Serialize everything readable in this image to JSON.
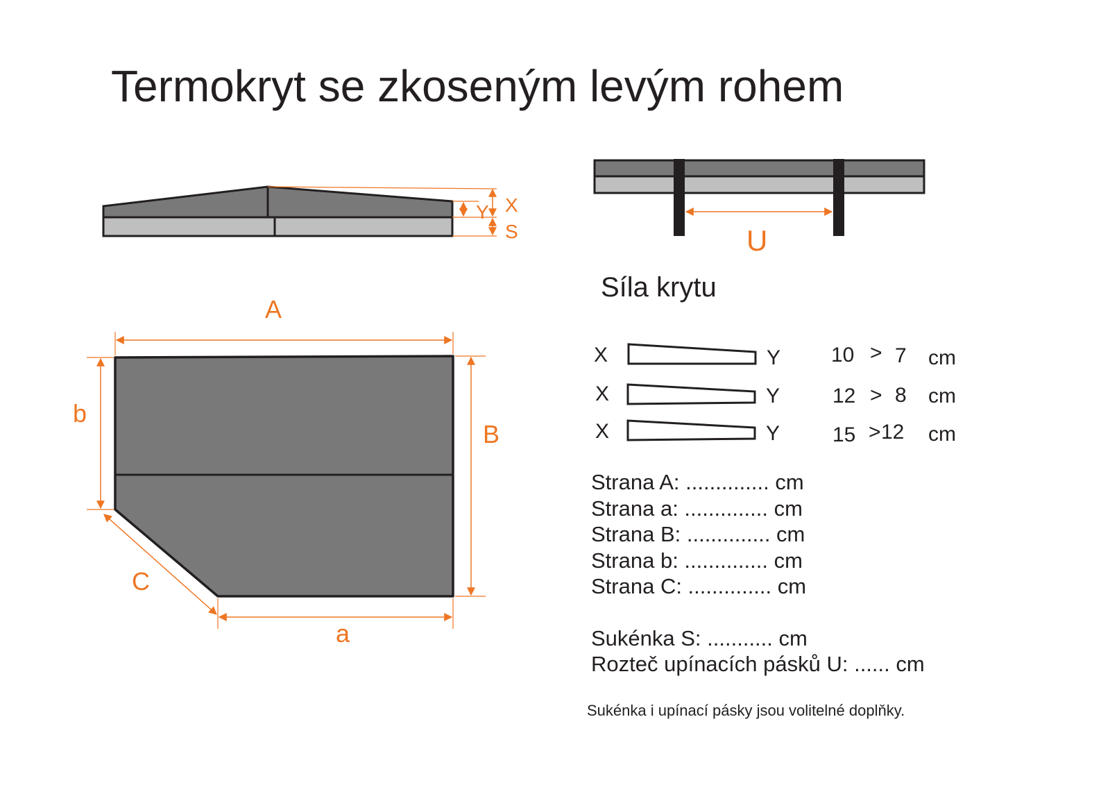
{
  "title": "Termokryt se zkoseným levým rohem",
  "side_view_labels": {
    "x": "X",
    "y": "Y",
    "s": "S"
  },
  "strap_view_label": "U",
  "plan_labels": {
    "A": "A",
    "a": "a",
    "B": "B",
    "b": "b",
    "C": "C"
  },
  "thickness": {
    "heading": "Síla krytu",
    "rows": [
      {
        "left": "X",
        "right": "Y",
        "x_value": "10",
        "sign": ">",
        "y_value": "7",
        "unit": "cm"
      },
      {
        "left": "X",
        "right": "Y",
        "x_value": "12",
        "sign": ">",
        "y_value": "8",
        "unit": "cm"
      },
      {
        "left": "X",
        "right": "Y",
        "x_value": "15",
        "sign": ">",
        "y_value": "12",
        "unit": "cm"
      }
    ]
  },
  "measurements": [
    "Strana A: .............. cm",
    "Strana a: .............. cm",
    "Strana B: .............. cm",
    "Strana b: .............. cm",
    "Strana C: .............. cm"
  ],
  "extras": [
    "Sukénka S: ........... cm",
    "Rozteč upínacích pásků U: ...... cm"
  ],
  "note": "Sukénka i upínací pásky jsou volitelné doplňky.",
  "colors": {
    "accent": "#ee7623",
    "cover_dark": "#7a797a",
    "skirt_light": "#bfbfbf",
    "outline": "#231f20"
  }
}
